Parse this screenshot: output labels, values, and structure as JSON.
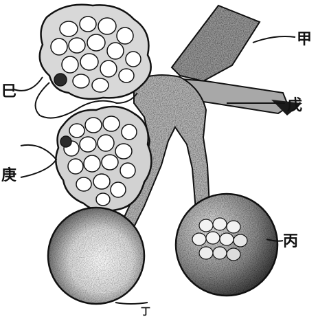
{
  "figure": {
    "labels": {
      "top_right": "甲",
      "right_middle": "戊",
      "left_upper": "巳",
      "left_lower": "庚",
      "right_lower": "丙",
      "bottom": "丁"
    }
  },
  "colors": {
    "ink": "#111111",
    "stipple": "#555555",
    "paper": "#ffffff"
  }
}
